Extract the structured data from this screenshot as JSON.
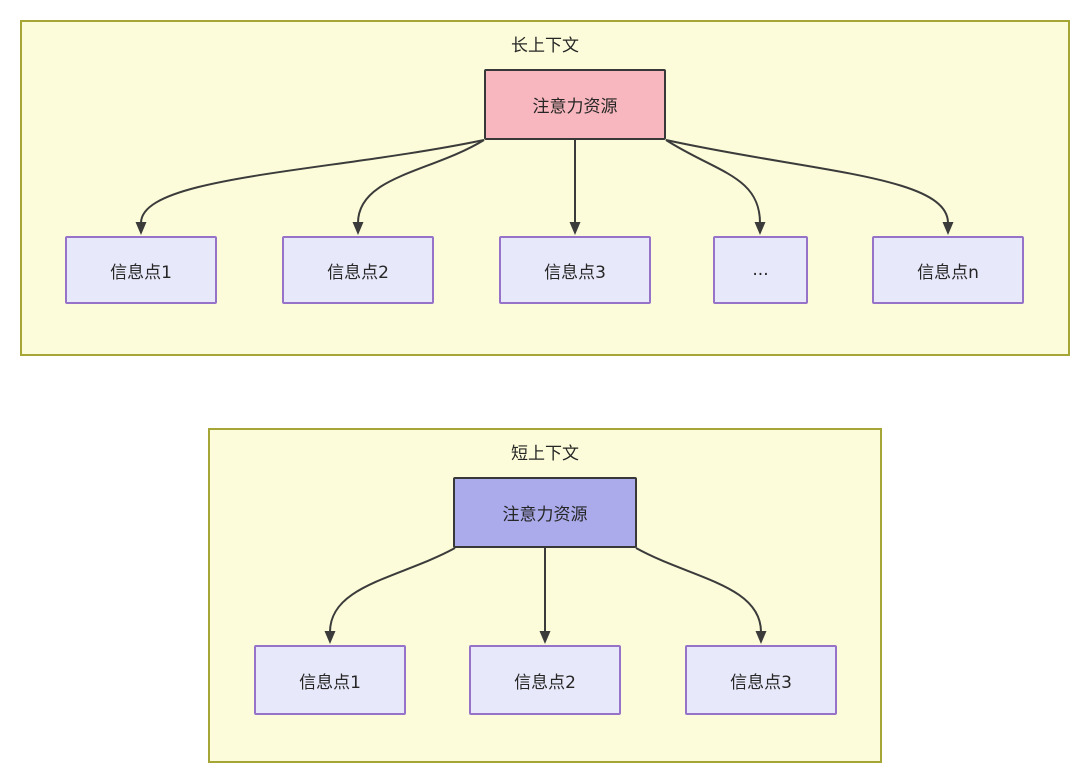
{
  "colors": {
    "container_fill": "#FCFCDA",
    "container_border": "#A6A636",
    "attention_long_fill": "#F8B7BE",
    "attention_short_fill": "#ABABEC",
    "node_fill": "#E8E8FB",
    "node_border": "#9673C9",
    "dark_border": "#383838",
    "arrow_color": "#3B3B3B",
    "text_color": "#262626"
  },
  "diagrams": [
    {
      "title": "长上下文",
      "attention_label": "注意力资源",
      "info_points": [
        {
          "label": "信息点1"
        },
        {
          "label": "信息点2"
        },
        {
          "label": "信息点3"
        },
        {
          "label": "..."
        },
        {
          "label": "信息点n"
        }
      ],
      "edges": [
        {
          "from": "注意力资源",
          "to": "信息点1"
        },
        {
          "from": "注意力资源",
          "to": "信息点2"
        },
        {
          "from": "注意力资源",
          "to": "信息点3"
        },
        {
          "from": "注意力资源",
          "to": "..."
        },
        {
          "from": "注意力资源",
          "to": "信息点n"
        }
      ]
    },
    {
      "title": "短上下文",
      "attention_label": "注意力资源",
      "info_points": [
        {
          "label": "信息点1"
        },
        {
          "label": "信息点2"
        },
        {
          "label": "信息点3"
        }
      ],
      "edges": [
        {
          "from": "注意力资源",
          "to": "信息点1"
        },
        {
          "from": "注意力资源",
          "to": "信息点2"
        },
        {
          "from": "注意力资源",
          "to": "信息点3"
        }
      ]
    }
  ]
}
